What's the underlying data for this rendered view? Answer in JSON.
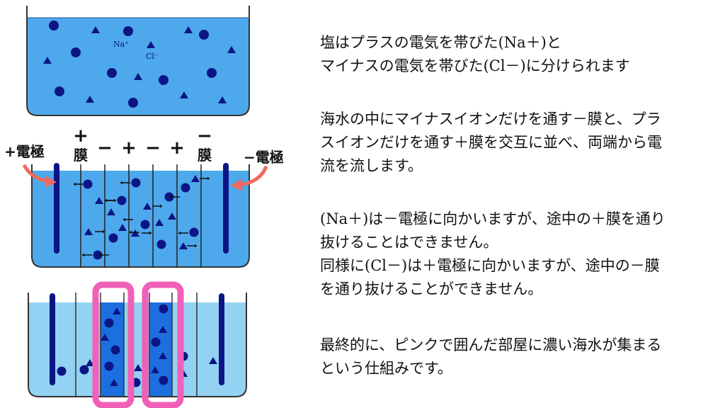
{
  "diagram": {
    "top_tank": {
      "ion_na": "Na⁺",
      "ion_cl": "Cl⁻"
    },
    "middle_tank": {
      "left_electrode_label": "+電極",
      "right_electrode_label": "−電極",
      "membrane_signs": [
        "+",
        "−",
        "+",
        "−",
        "+",
        "−"
      ],
      "membrane_word": "膜"
    },
    "colors": {
      "water": "#4ea8ec",
      "water_light": "#93d2f2",
      "water_dense": "#1d6fe0",
      "ion": "#0c1585",
      "highlight": "#f060b8",
      "arrow": "#f06a5c"
    }
  },
  "text": {
    "p1": [
      "塩はプラスの電気を帯びた(Na＋)と",
      "マイナスの電気を帯びた(Cl－)に分けられます"
    ],
    "p2": [
      "海水の中にマイナスイオンだけを通す－膜と、プラ",
      "スイオンだけを通す＋膜を交互に並べ、両端から電",
      "流を流します。"
    ],
    "p3": [
      "(Na＋)は－電極に向かいますが、途中の＋膜を通り",
      "抜けることはできません。",
      "同様に(Cl－)は＋電極に向かいますが、途中の－膜",
      "を通り抜けることができません。"
    ],
    "p4": [
      "最終的に、ピンクで囲んだ部屋に濃い海水が集まる",
      "という仕組みです。"
    ]
  }
}
